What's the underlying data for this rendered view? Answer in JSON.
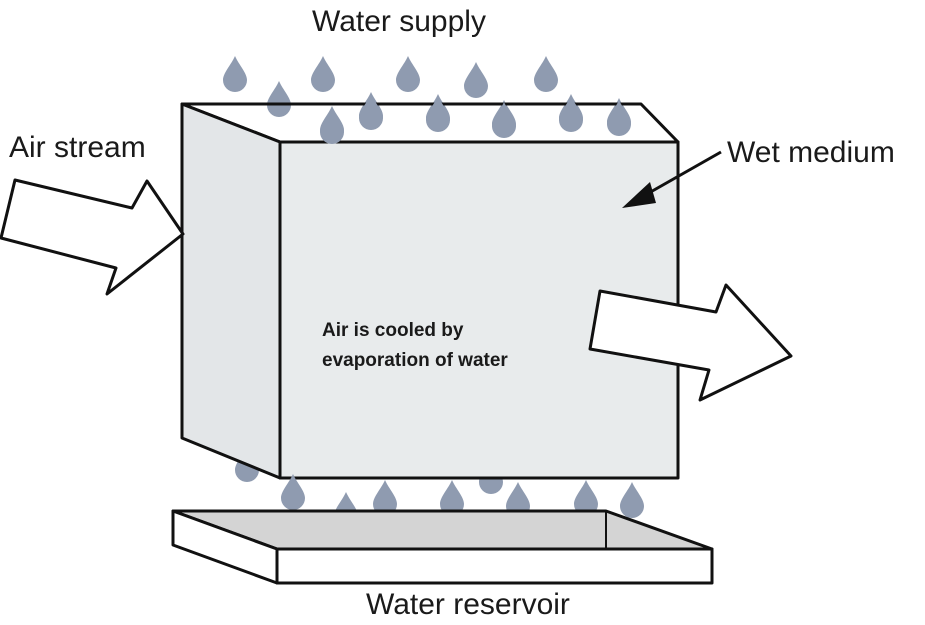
{
  "labels": {
    "water_supply": "Water supply",
    "air_stream": "Air stream",
    "wet_medium": "Wet medium",
    "note_line1": "Air is cooled by",
    "note_line2": "evaporation of water",
    "water_reservoir": "Water reservoir"
  },
  "colors": {
    "medium_fill": "#e8ebec",
    "reservoir_inner": "#d4d4d4",
    "drop_fill": "#8f9bb0",
    "outline": "#111111"
  },
  "icons": {
    "drop": "water-drop-icon",
    "arrow": "block-arrow-icon"
  }
}
